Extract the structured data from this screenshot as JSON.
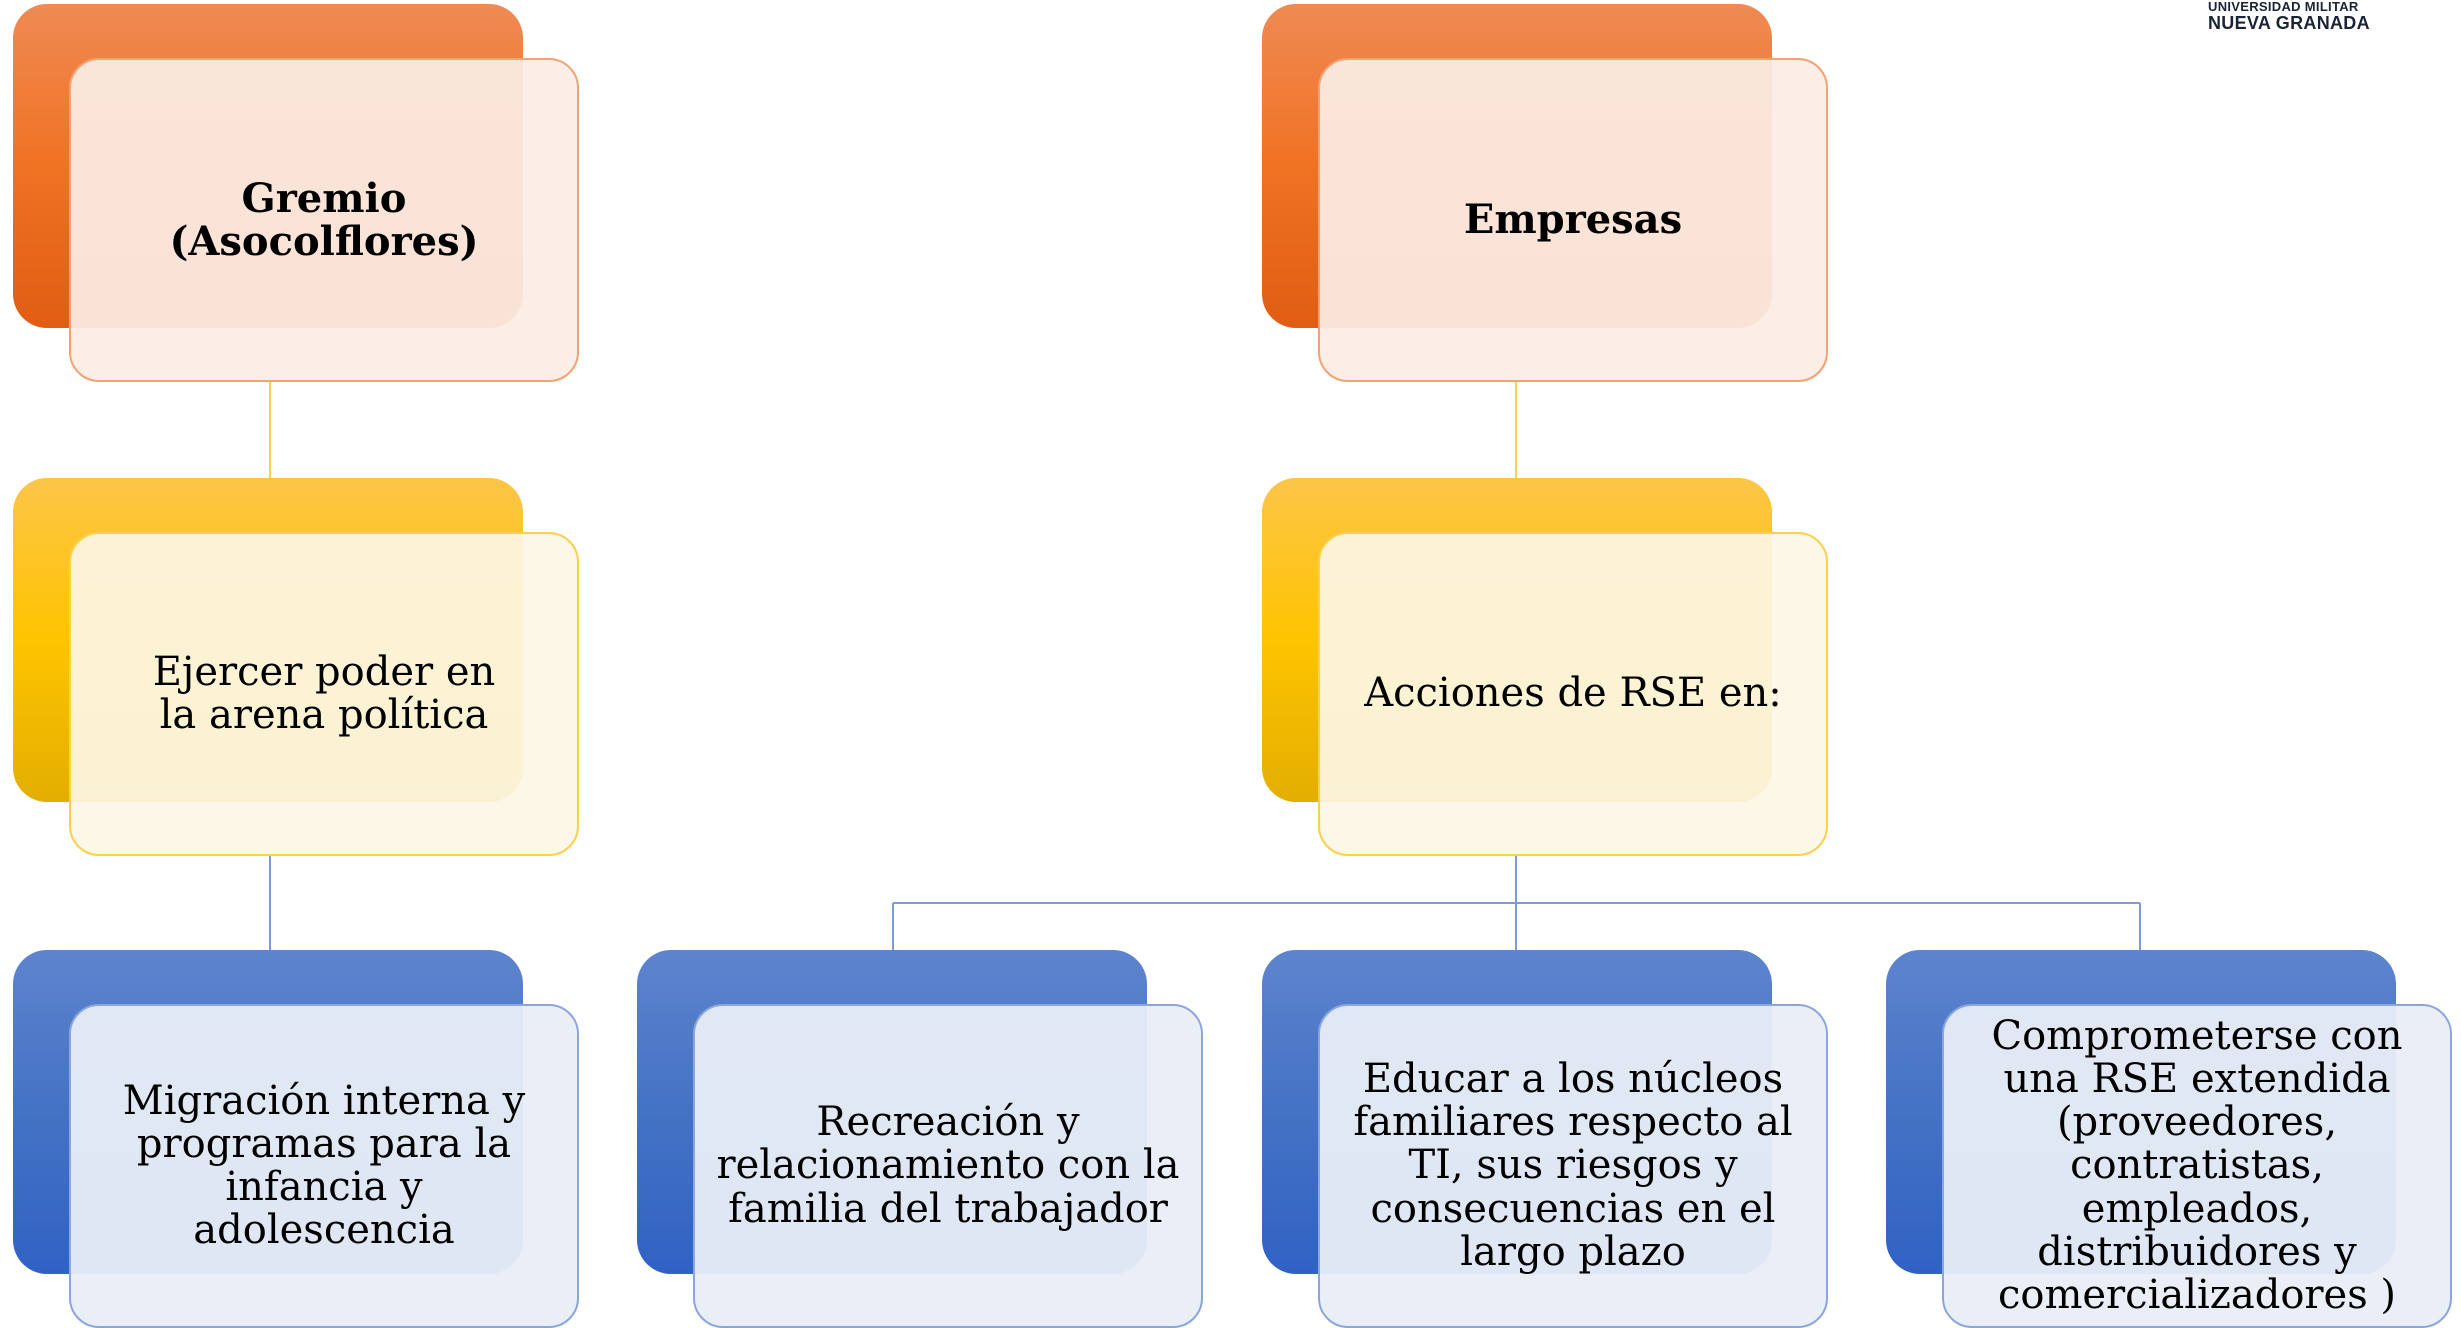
{
  "logo": {
    "line1": "UNIVERSIDAD MILITAR",
    "line2": "NUEVA GRANADA"
  },
  "nodes": {
    "gremio": "Gremio (Asocolflores)",
    "empresas": "Empresas",
    "ejercer": "Ejercer poder en la arena política",
    "acciones": "Acciones de RSE en:",
    "migracion": "Migración interna y programas para la infancia y adolescencia",
    "recreacion": "Recreación y relacionamiento con la familia del trabajador",
    "educar": "Educar a los núcleos familiares respecto al TI, sus riesgos y consecuencias en el largo plazo",
    "comprometerse": "Comprometerse con una RSE extendida (proveedores, contratistas, empleados, distribuidores y comercializadores )"
  },
  "colors": {
    "level1": "#f07223",
    "level2": "#fec400",
    "level3": "#4472c4",
    "connector_orange": "#f3a273",
    "connector_yellow": "#fbd04b",
    "connector_blue": "#7d9bd6"
  }
}
